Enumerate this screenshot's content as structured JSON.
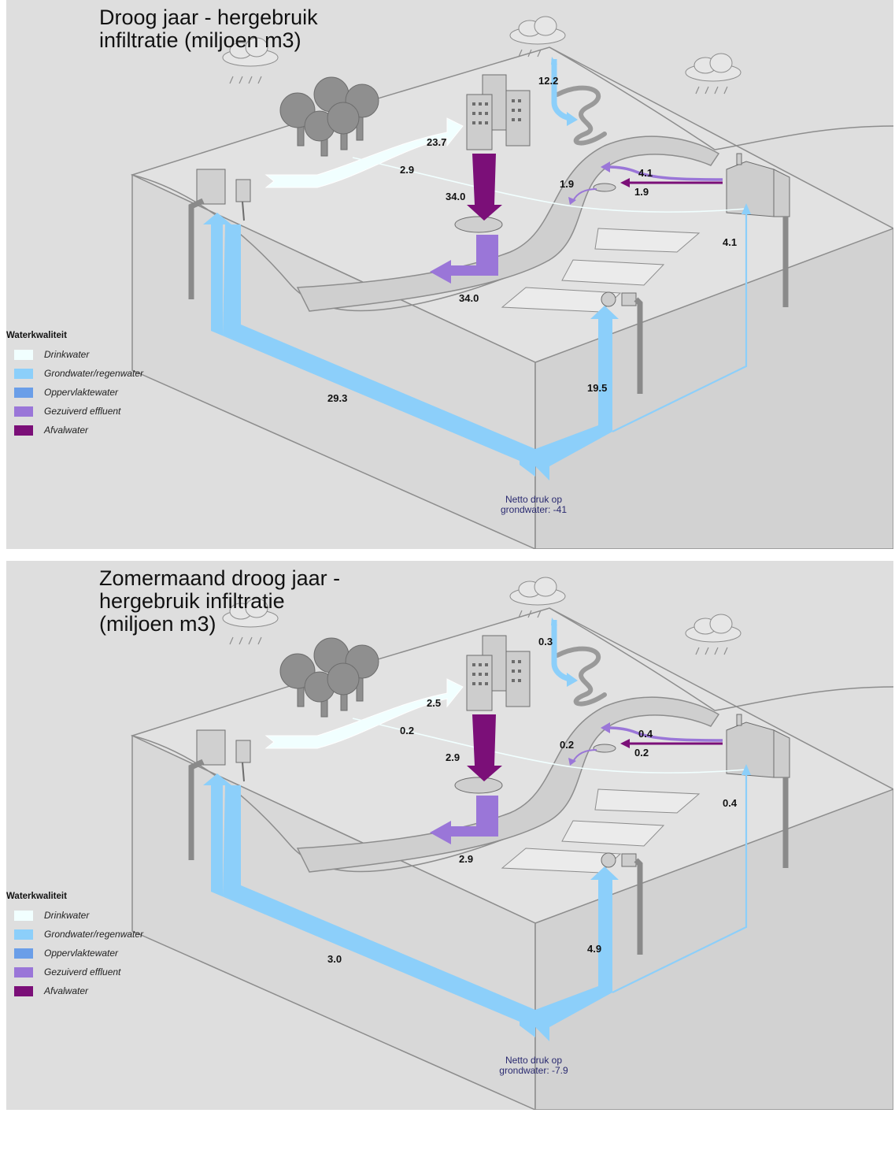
{
  "colors": {
    "drinkwater": "#f1ffff",
    "grondwater": "#8ccffa",
    "oppervlaktewater": "#6a9ee8",
    "effluent": "#9a76d8",
    "afvalwater": "#7b0f78",
    "background": "#dedede"
  },
  "legend": {
    "title": "Waterkwaliteit",
    "items": [
      "Drinkwater",
      "Grondwater/regenwater",
      "Oppervlaktewater",
      "Gezuiverd effluent",
      "Afvalwater"
    ]
  },
  "panels": [
    {
      "title": "Droog jaar - hergebruik\ninfiltratie (miljoen m3)",
      "values": {
        "rain_to_nature": "12.2",
        "drink_to_city": "23.7",
        "drink_to_industry": "2.9",
        "city_to_wwtp": "34.0",
        "wwtp_to_river": "34.0",
        "reuse_to_river": "1.9",
        "industry_effluent": "4.1",
        "industry_wastewater": "1.9",
        "groundwater_to_industry": "4.1",
        "groundwater_to_drinkwater": "29.3",
        "groundwater_to_agriculture": "19.5"
      },
      "netto_line1": "Netto druk op",
      "netto_line2": "grondwater: -41"
    },
    {
      "title": "Zomermaand droog jaar -\nhergebruik infiltratie\n(miljoen m3)",
      "values": {
        "rain_to_nature": "0.3",
        "drink_to_city": "2.5",
        "drink_to_industry": "0.2",
        "city_to_wwtp": "2.9",
        "wwtp_to_river": "2.9",
        "reuse_to_river": "0.2",
        "industry_effluent": "0.4",
        "industry_wastewater": "0.2",
        "groundwater_to_industry": "0.4",
        "groundwater_to_drinkwater": "3.0",
        "groundwater_to_agriculture": "4.9"
      },
      "netto_line1": "Netto druk op",
      "netto_line2": "grondwater: -7.9"
    }
  ]
}
